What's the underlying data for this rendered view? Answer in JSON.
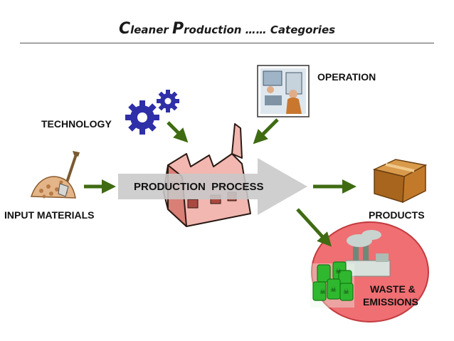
{
  "title": {
    "part1_initial": "C",
    "part1_rest": "leaner ",
    "part2_initial": "P",
    "part2_rest": "roduction ",
    "part3": "…… Categories"
  },
  "labels": {
    "technology": "TECHNOLOGY",
    "operation": "OPERATION",
    "input_materials": "INPUT MATERIALS",
    "production_process": "PRODUCTION  PROCESS",
    "products": "PRODUCTS",
    "waste_line1": "WASTE &",
    "waste_line2": "EMISSIONS"
  },
  "colors": {
    "arrow_green": "#3f6b12",
    "process_arrow_gray": "#c8c8c8",
    "factory_fill": "#f2b7b0",
    "waste_circle": "#ef6f73",
    "gear_blue": "#2f2fa8",
    "barrel_green": "#2fb82f",
    "box_brown": "#a8651d"
  }
}
